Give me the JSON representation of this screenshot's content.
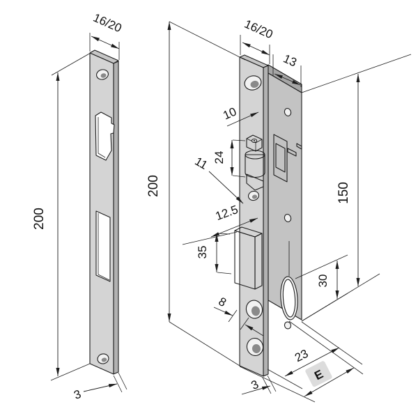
{
  "drawing": {
    "title": "Mortise roller-latch lock with strike plate - dimensioned technical drawing",
    "units": "mm",
    "parts": {
      "strike_plate": "strike plate",
      "lock_body": "lock body with faceplate, roller latch, deadbolt and oval cylinder hole"
    }
  },
  "dims": {
    "left_width": "16/20",
    "left_height": "200",
    "left_thickness": "3",
    "right_width": "16/20",
    "case_depth": "13",
    "right_height": "200",
    "roller_offset": "10",
    "roller_height": "24",
    "roller_ref": "11",
    "bolt_offset": "12.5",
    "bolt_height": "35",
    "bolt_gap": "8",
    "case_height": "150",
    "cyl_bottom": "30",
    "backset_fixed": "23",
    "backset_variable": "E",
    "right_thickness": "3"
  }
}
